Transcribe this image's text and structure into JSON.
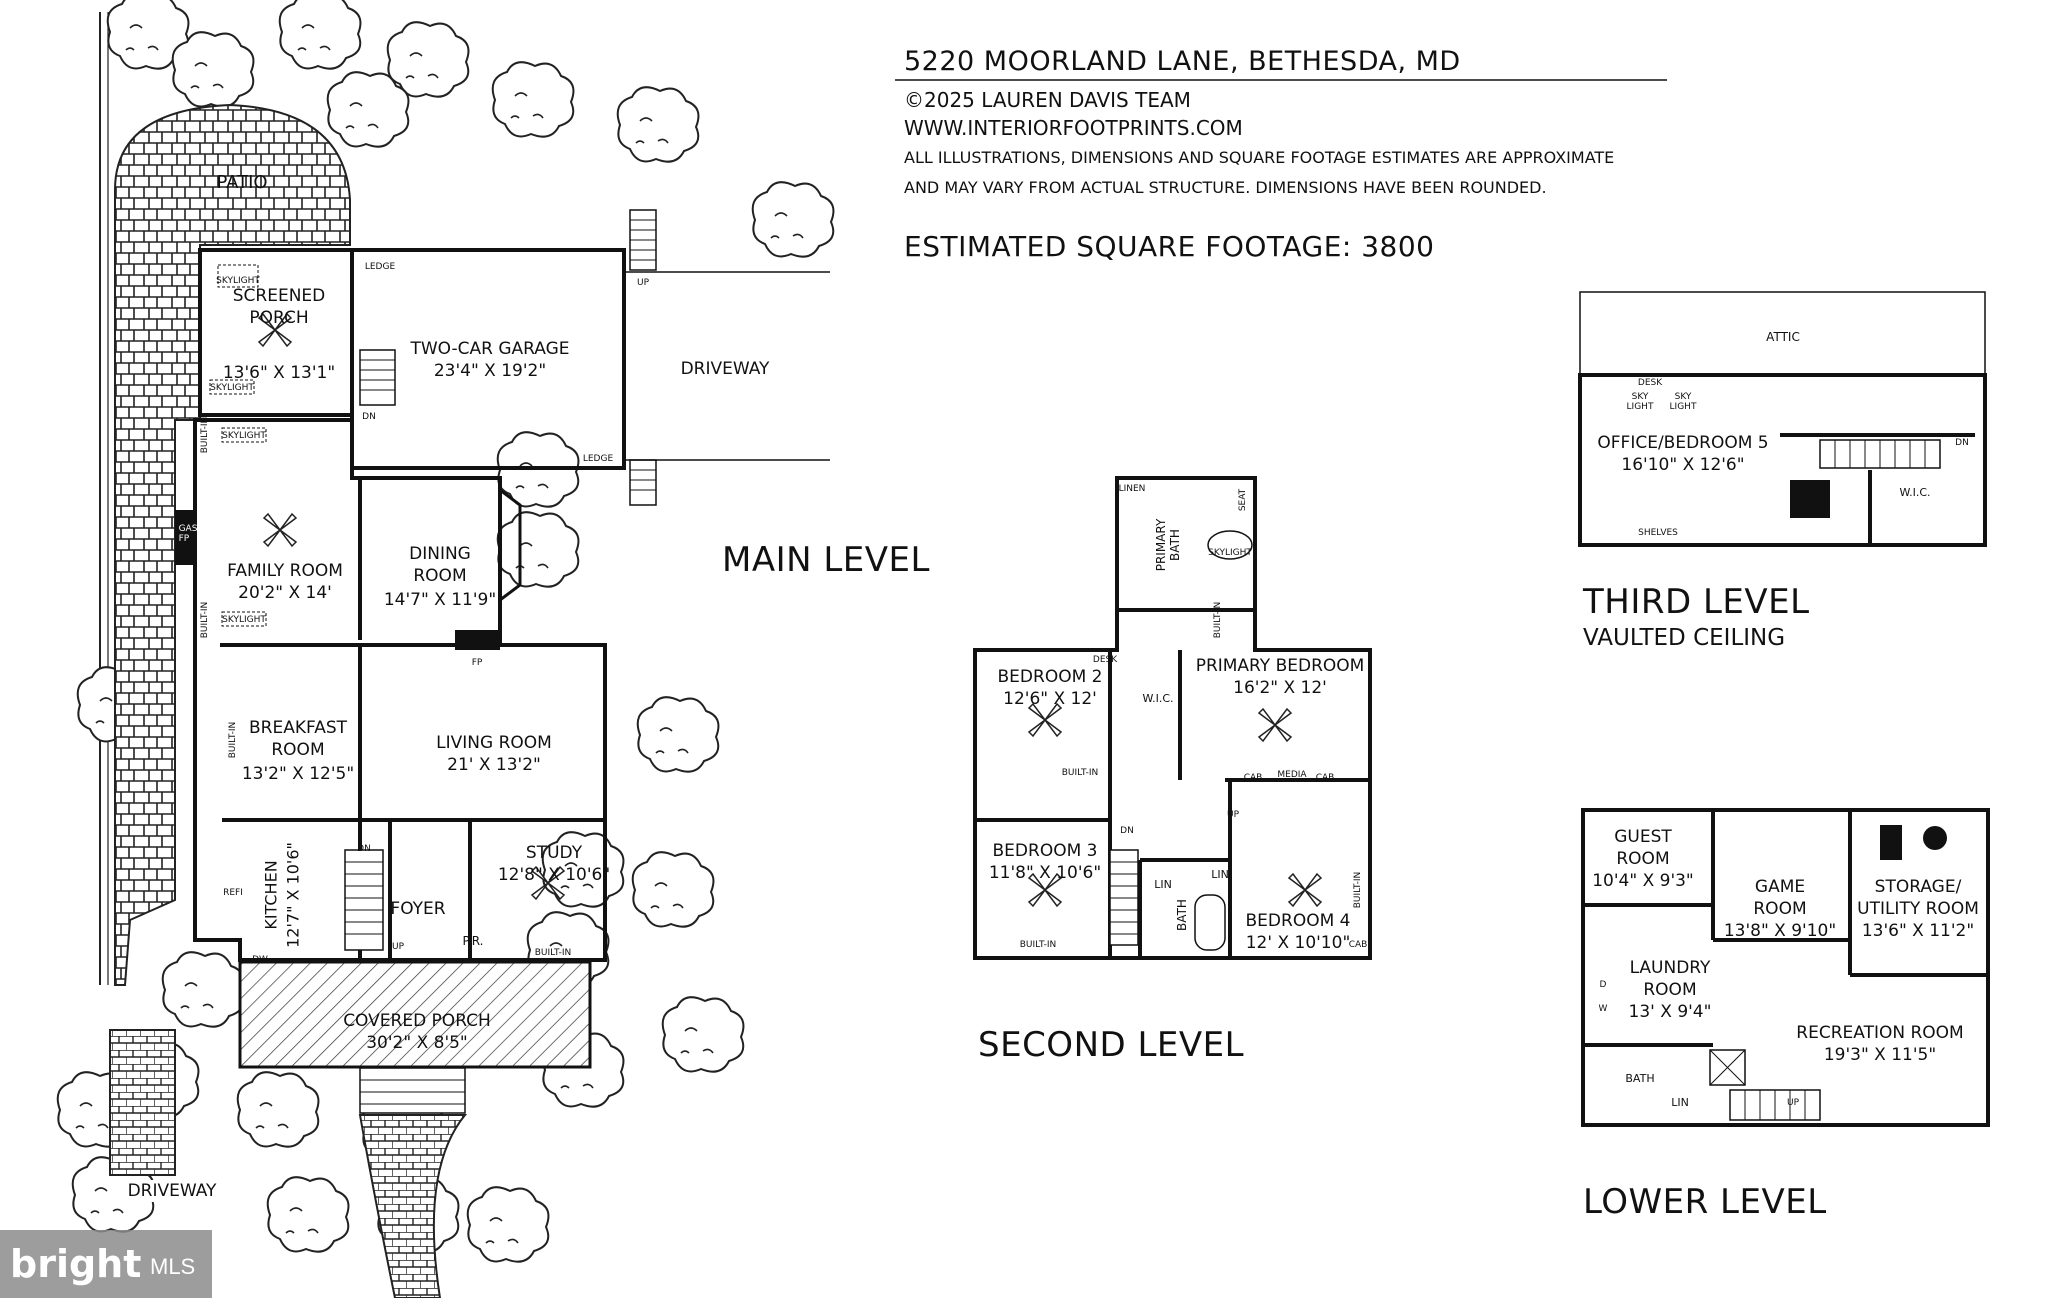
{
  "header": {
    "address": "5220 MOORLAND LANE, BETHESDA, MD",
    "copyright": "©2025 LAUREN DAVIS TEAM",
    "website": "WWW.INTERIORFOOTPRINTS.COM",
    "disclaimer_line1": "ALL ILLUSTRATIONS, DIMENSIONS AND SQUARE FOOTAGE ESTIMATES ARE APPROXIMATE",
    "disclaimer_line2": "AND MAY VARY FROM ACTUAL STRUCTURE. DIMENSIONS HAVE BEEN ROUNDED.",
    "sqft": "ESTIMATED SQUARE FOOTAGE: 3800"
  },
  "levels": {
    "main": "MAIN LEVEL",
    "second": "SECOND LEVEL",
    "third": "THIRD LEVEL",
    "third_sub": "VAULTED CEILING",
    "lower": "LOWER LEVEL"
  },
  "main_level": {
    "patio": "PATIO",
    "screened_porch": {
      "name": "SCREENED\nPORCH",
      "dims": "13'6\" X 13'1\""
    },
    "garage": {
      "name": "TWO-CAR GARAGE",
      "dims": "23'4\" X 19'2\""
    },
    "driveway": "DRIVEWAY",
    "family_room": {
      "name": "FAMILY ROOM",
      "dims": "20'2\" X 14'"
    },
    "dining_room": {
      "name": "DINING\nROOM",
      "dims": "14'7\" X 11'9\""
    },
    "breakfast_room": {
      "name": "BREAKFAST\nROOM",
      "dims": "13'2\" X 12'5\""
    },
    "living_room": {
      "name": "LIVING ROOM",
      "dims": "21' X 13'2\""
    },
    "study": {
      "name": "STUDY",
      "dims": "12'8\" X 10'6\""
    },
    "kitchen": {
      "name": "KITCHEN",
      "dims": "12'7\" X 10'6\""
    },
    "foyer": "FOYER",
    "pr": "P.R.",
    "covered_porch": {
      "name": "COVERED PORCH",
      "dims": "30'2\" X 8'5\""
    },
    "lower_driveway": "DRIVEWAY",
    "labels": {
      "skylight": "SKYLIGHT",
      "ledge": "LEDGE",
      "up": "UP",
      "dn": "DN",
      "built_in": "BUILT-IN",
      "gas_fp": "GAS\nFP",
      "fp": "FP",
      "refi": "REFI",
      "dw": "DW"
    }
  },
  "second_level": {
    "linen": "LINEN",
    "primary_bath": "PRIMARY\nBATH",
    "seat": "SEAT",
    "skylight": "SKYLIGHT",
    "built_in": "BUILT-IN",
    "desk": "DESK",
    "bedroom2": {
      "name": "BEDROOM 2",
      "dims": "12'6\" X 12'"
    },
    "wic": "W.I.C.",
    "primary_bedroom": {
      "name": "PRIMARY BEDROOM",
      "dims": "16'2\" X 12'"
    },
    "cab": "CAB",
    "media": "MEDIA",
    "up": "UP",
    "dn": "DN",
    "bedroom3": {
      "name": "BEDROOM 3",
      "dims": "11'8\" X 10'6\""
    },
    "lin": "LIN",
    "bath": "BATH",
    "bedroom4": {
      "name": "BEDROOM 4",
      "dims": "12' X 10'10\""
    }
  },
  "third_level": {
    "attic": "ATTIC",
    "desk": "DESK",
    "sky_light": "SKY\nLIGHT",
    "office": {
      "name": "OFFICE/BEDROOM 5",
      "dims": "16'10\" X 12'6\""
    },
    "dn": "DN",
    "wic": "W.I.C.",
    "shelves": "SHELVES"
  },
  "lower_level": {
    "guest_room": {
      "name": "GUEST\nROOM",
      "dims": "10'4\" X 9'3\""
    },
    "game_room": {
      "name": "GAME\nROOM",
      "dims": "13'8\" X 9'10\""
    },
    "storage": {
      "name": "STORAGE/\nUTILITY ROOM",
      "dims": "13'6\" X 11'2\""
    },
    "laundry": {
      "name": "LAUNDRY\nROOM",
      "dims": "13' X 9'4\""
    },
    "recreation": {
      "name": "RECREATION ROOM",
      "dims": "19'3\" X 11'5\""
    },
    "d": "D",
    "w": "W",
    "bath": "BATH",
    "lin": "LIN",
    "up": "UP"
  },
  "watermark": {
    "brand": "bright",
    "mls": "MLS"
  }
}
